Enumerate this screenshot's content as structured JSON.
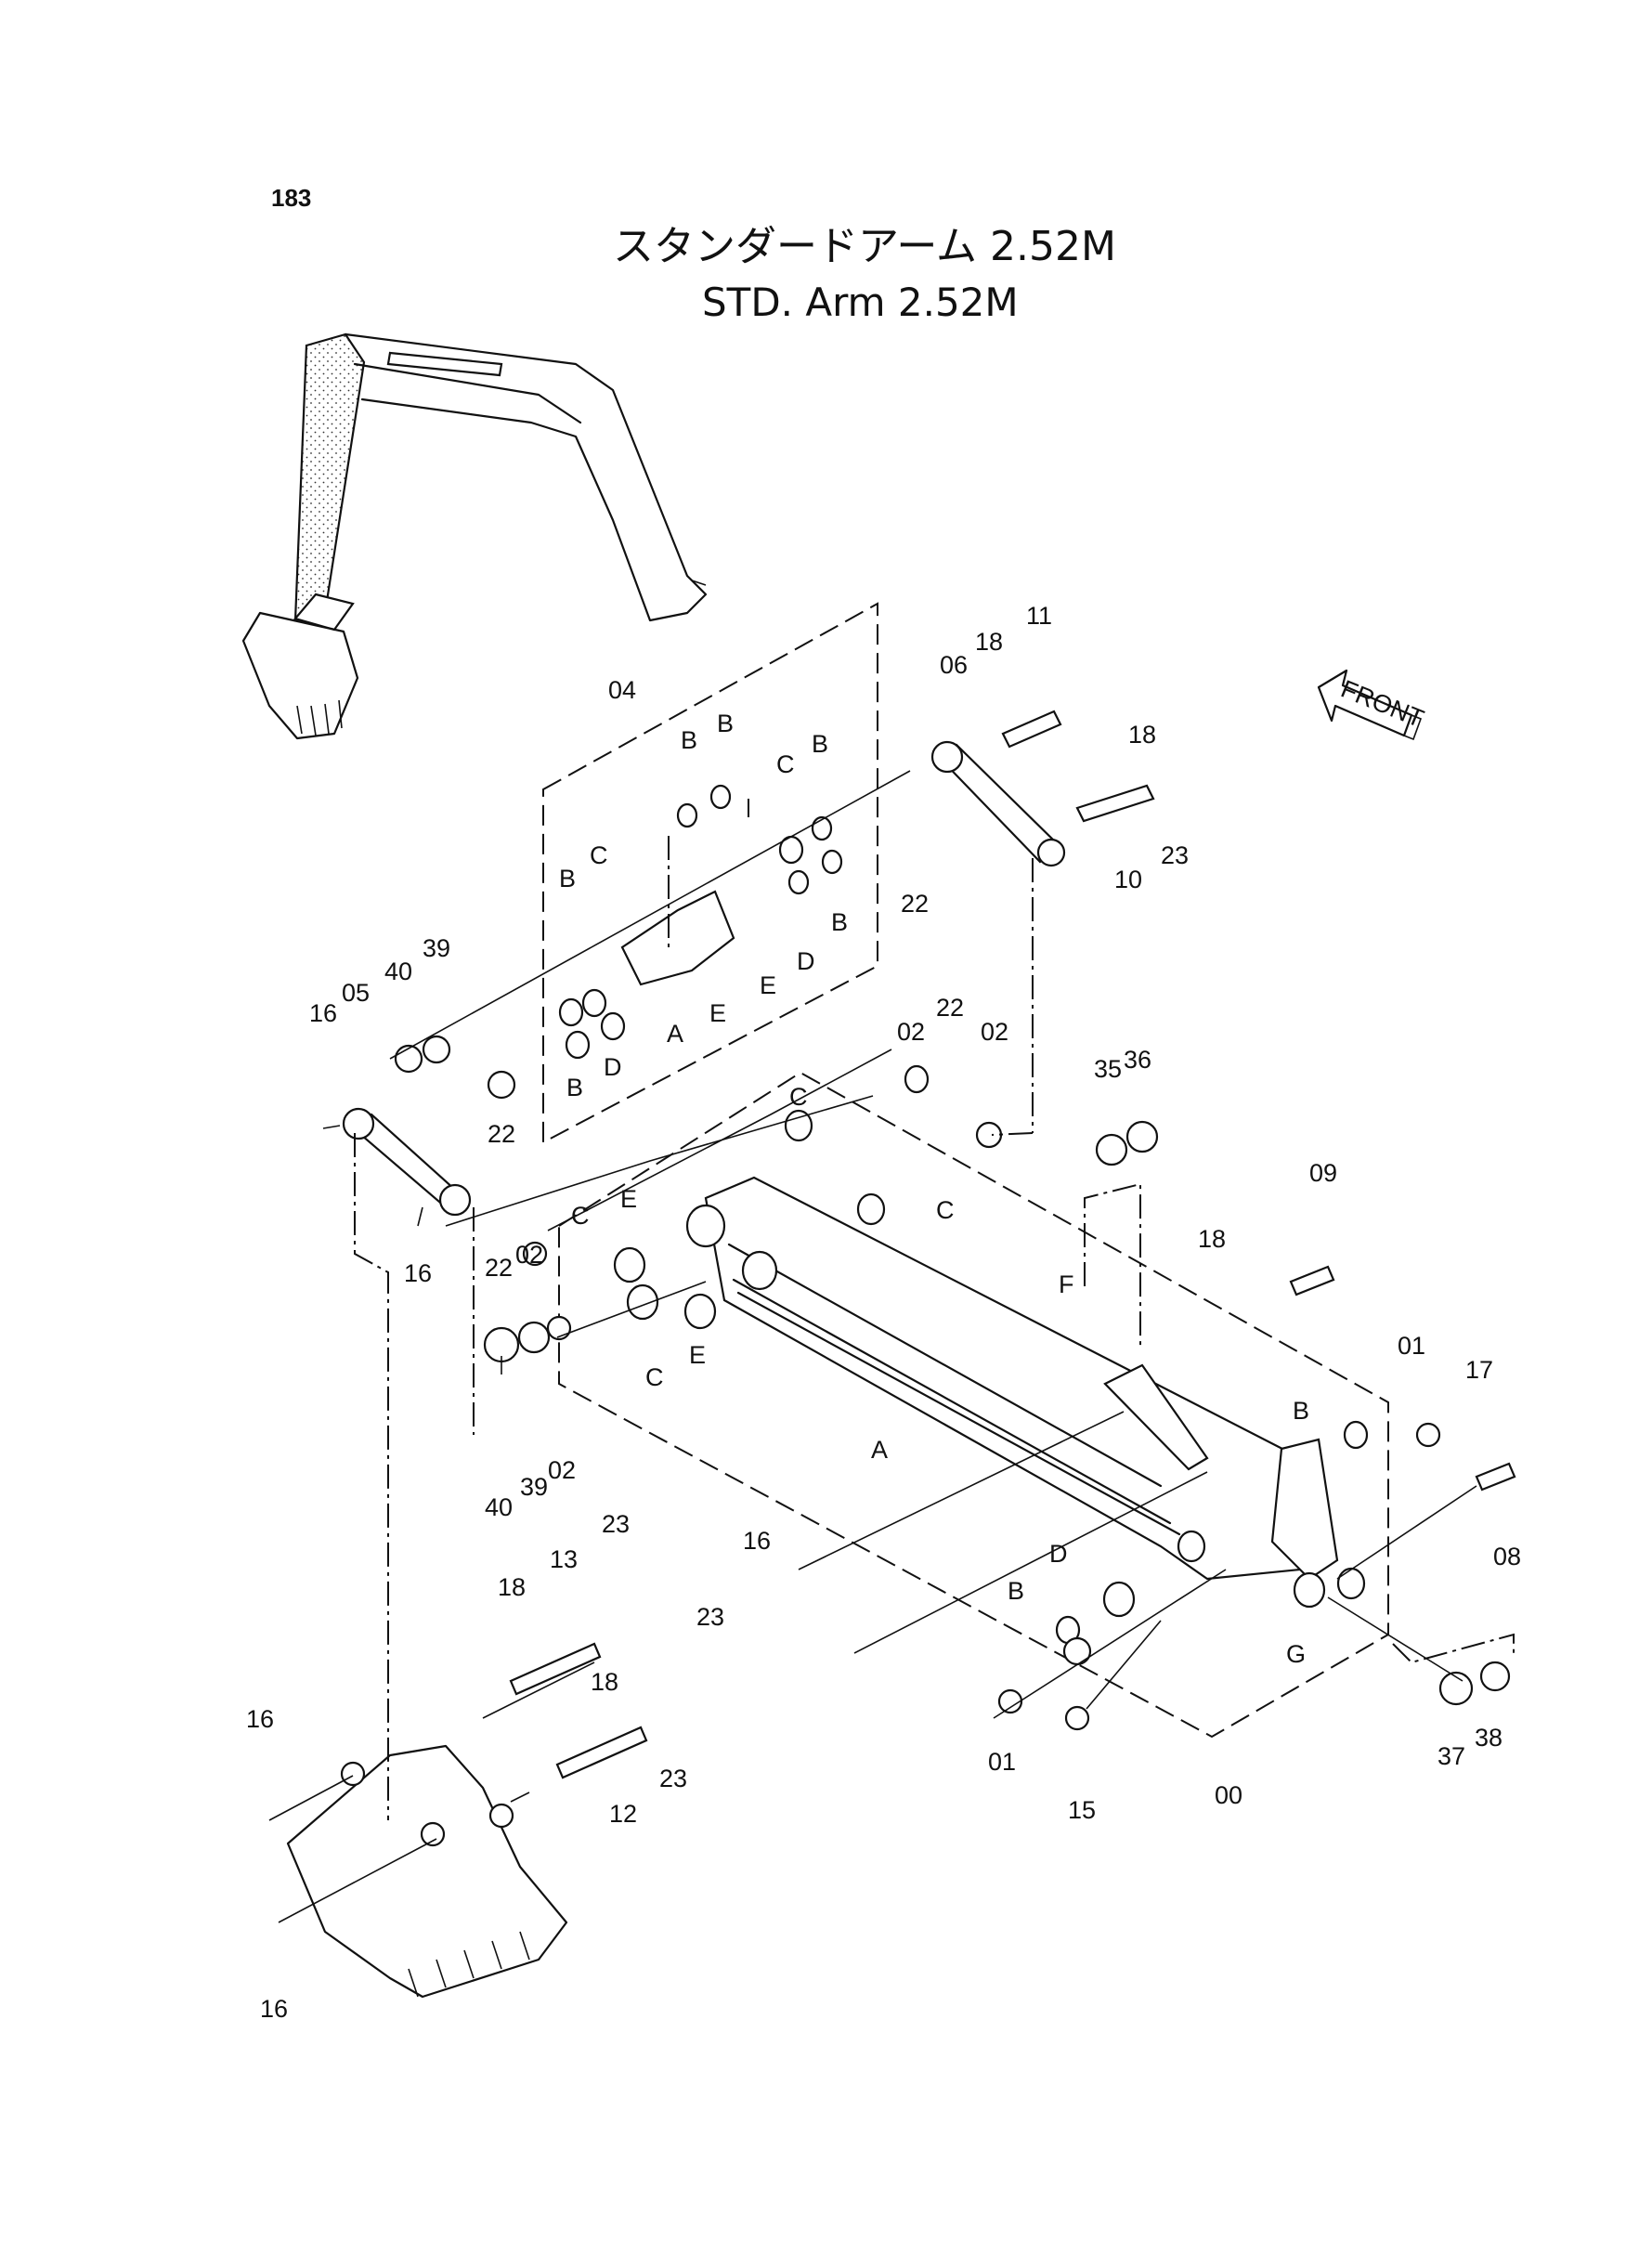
{
  "page_number": "183",
  "title_jp": "スタンダードアーム 2.52M",
  "title_en": "STD. Arm 2.52M",
  "front_label": "FRONT",
  "callouts": {
    "c04": "04",
    "c06": "06",
    "c11": "11",
    "c18a": "18",
    "c18b": "18",
    "c10": "10",
    "c23a": "23",
    "c22a": "22",
    "cBa": "B",
    "cBb": "B",
    "cCa": "C",
    "cBc": "B",
    "cBd": "B",
    "cDa": "D",
    "cEa": "E",
    "cEb": "E",
    "cAa": "A",
    "cBe": "B",
    "cCb": "C",
    "cBf": "B",
    "cDb": "D",
    "c39a": "39",
    "c40a": "40",
    "c05": "05",
    "c16a": "16",
    "c22b": "22",
    "c16b": "16",
    "c02a": "02",
    "c22c": "22",
    "c02b": "02",
    "cCc": "C",
    "cCd": "C",
    "c35": "35",
    "c36": "36",
    "c09": "09",
    "c18c": "18",
    "cE2": "E",
    "cCe": "C",
    "c22d": "22",
    "c02c": "02",
    "cE3": "E",
    "cCf": "C",
    "cAb": "A",
    "c40b": "40",
    "c39b": "39",
    "c02d": "02",
    "cF": "F",
    "c01a": "01",
    "c17": "17",
    "cBg": "B",
    "c08": "08",
    "c16c": "16",
    "c23b": "23",
    "cDc": "D",
    "cBh": "B",
    "cG": "G",
    "c01b": "01",
    "c15": "15",
    "c00": "00",
    "c37": "37",
    "c38": "38",
    "c13": "13",
    "c23c": "23",
    "c18d": "18",
    "c18e": "18",
    "c23d": "23",
    "c12": "12",
    "c16d": "16",
    "c16e": "16"
  }
}
